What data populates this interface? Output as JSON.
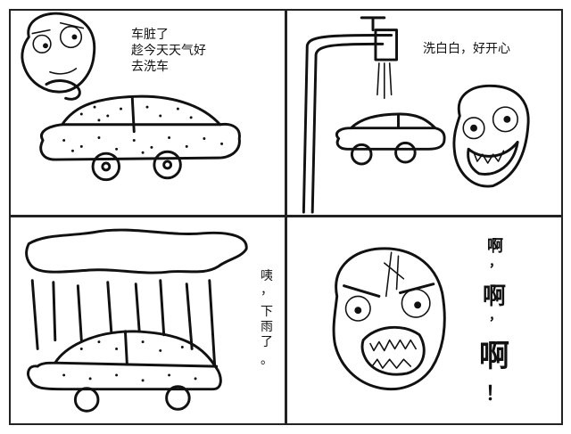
{
  "panel1": {
    "line1": "车脏了",
    "line2": "趁今天天气好",
    "line3": "去洗车"
  },
  "panel2": {
    "caption": "洗白白，好开心"
  },
  "panel3": {
    "caption": [
      "咦",
      "，",
      "下",
      "雨",
      "了",
      "。"
    ]
  },
  "panel4": {
    "shout": [
      "啊",
      "，",
      "啊",
      "，",
      "啊",
      "！"
    ]
  }
}
